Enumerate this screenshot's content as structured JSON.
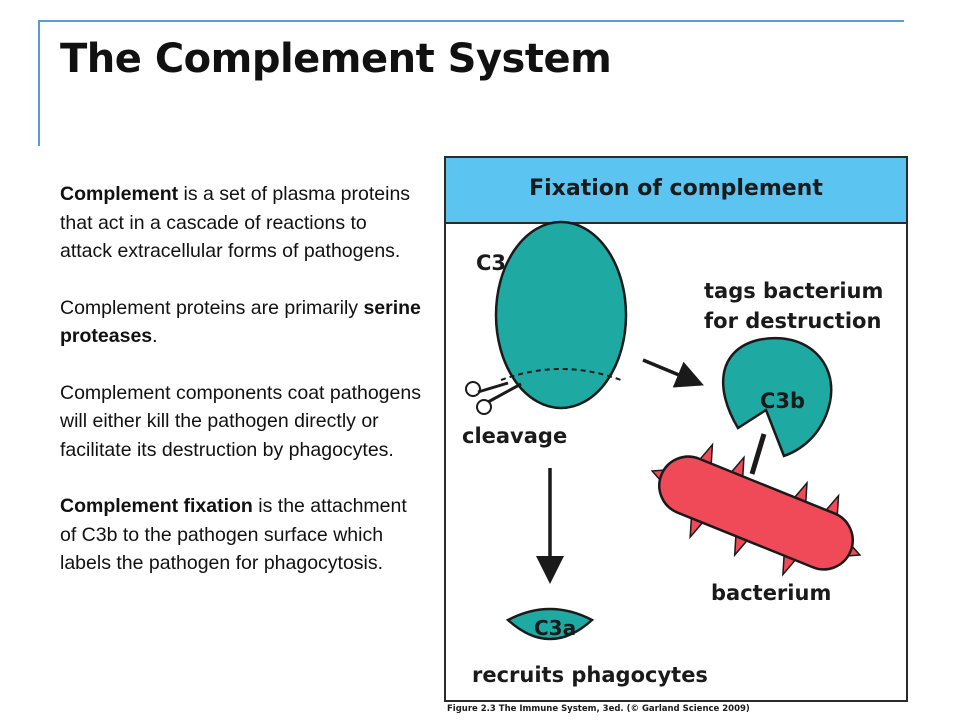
{
  "slide": {
    "title": "The Complement System"
  },
  "text": {
    "p1_bold": "Complement",
    "p1_rest": " is a set of plasma proteins that act in a cascade of reactions to attack extracellular forms of pathogens.",
    "p2_start": "Complement proteins are primarily ",
    "p2_bold": "serine proteases",
    "p2_end": ".",
    "p3": "Complement components coat pathogens will either kill the pathogen directly or facilitate its destruction by phagocytes.",
    "p4_bold": "Complement fixation",
    "p4_rest": " is the attachment of C3b to the pathogen surface which labels the pathogen for phagocytosis."
  },
  "figure": {
    "banner_title": "Fixation of complement",
    "label_c3": "C3",
    "label_cleavage": "cleavage",
    "label_tags_line1": "tags bacterium",
    "label_tags_line2": "for destruction",
    "label_c3b": "C3b",
    "label_bacterium": "bacterium",
    "label_c3a": "C3a",
    "label_recruits": "recruits phagocytes",
    "credit": "Figure 2.3 The Immune System, 3ed. (© Garland Science 2009)",
    "colors": {
      "banner": "#5bc4f0",
      "complement_protein": "#1fa9a3",
      "bacterium": "#f04a58",
      "outline": "#1a1a1a"
    }
  }
}
